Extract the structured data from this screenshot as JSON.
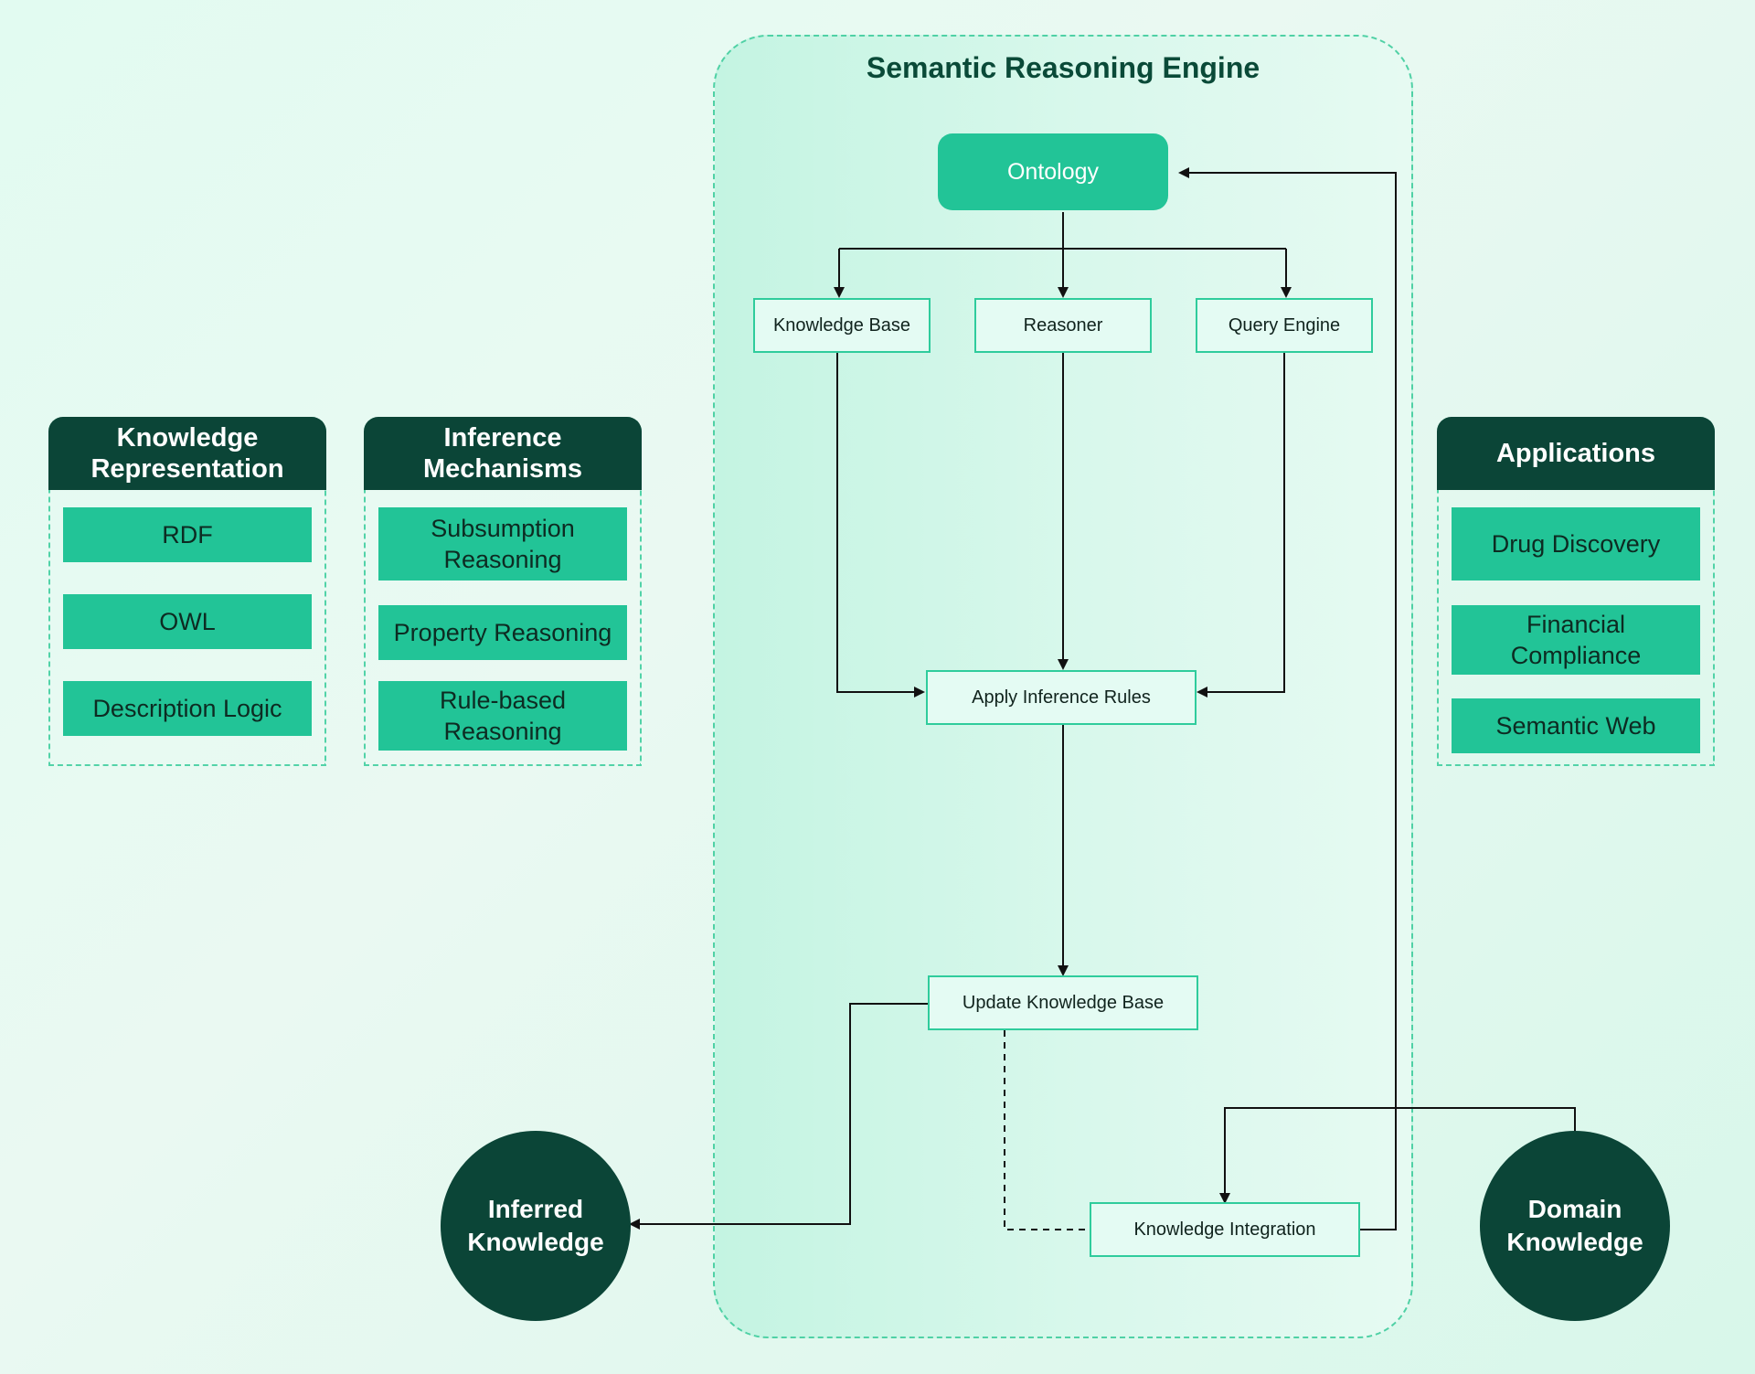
{
  "title": "Semantic Reasoning Engine",
  "engine": {
    "ontology": "Ontology",
    "knowledge_base": "Knowledge Base",
    "reasoner": "Reasoner",
    "query_engine": "Query Engine",
    "apply_rules": "Apply Inference Rules",
    "update_kb": "Update Knowledge Base",
    "integration": "Knowledge Integration"
  },
  "panels": {
    "knowledge_representation": {
      "heading": "Knowledge Representation",
      "items": [
        "RDF",
        "OWL",
        "Description Logic"
      ]
    },
    "inference_mechanisms": {
      "heading": "Inference Mechanisms",
      "items": [
        "Subsumption Reasoning",
        "Property Reasoning",
        "Rule-based Reasoning"
      ]
    },
    "applications": {
      "heading": "Applications",
      "items": [
        "Drug Discovery",
        "Financial Compliance",
        "Semantic Web"
      ]
    }
  },
  "circles": {
    "inferred": "Inferred Knowledge",
    "domain": "Domain Knowledge"
  },
  "colors": {
    "dark_green": "#0b4537",
    "accent_green": "#22c497",
    "node_border": "#2fcc9c",
    "dashed_border": "#52d3a8"
  }
}
